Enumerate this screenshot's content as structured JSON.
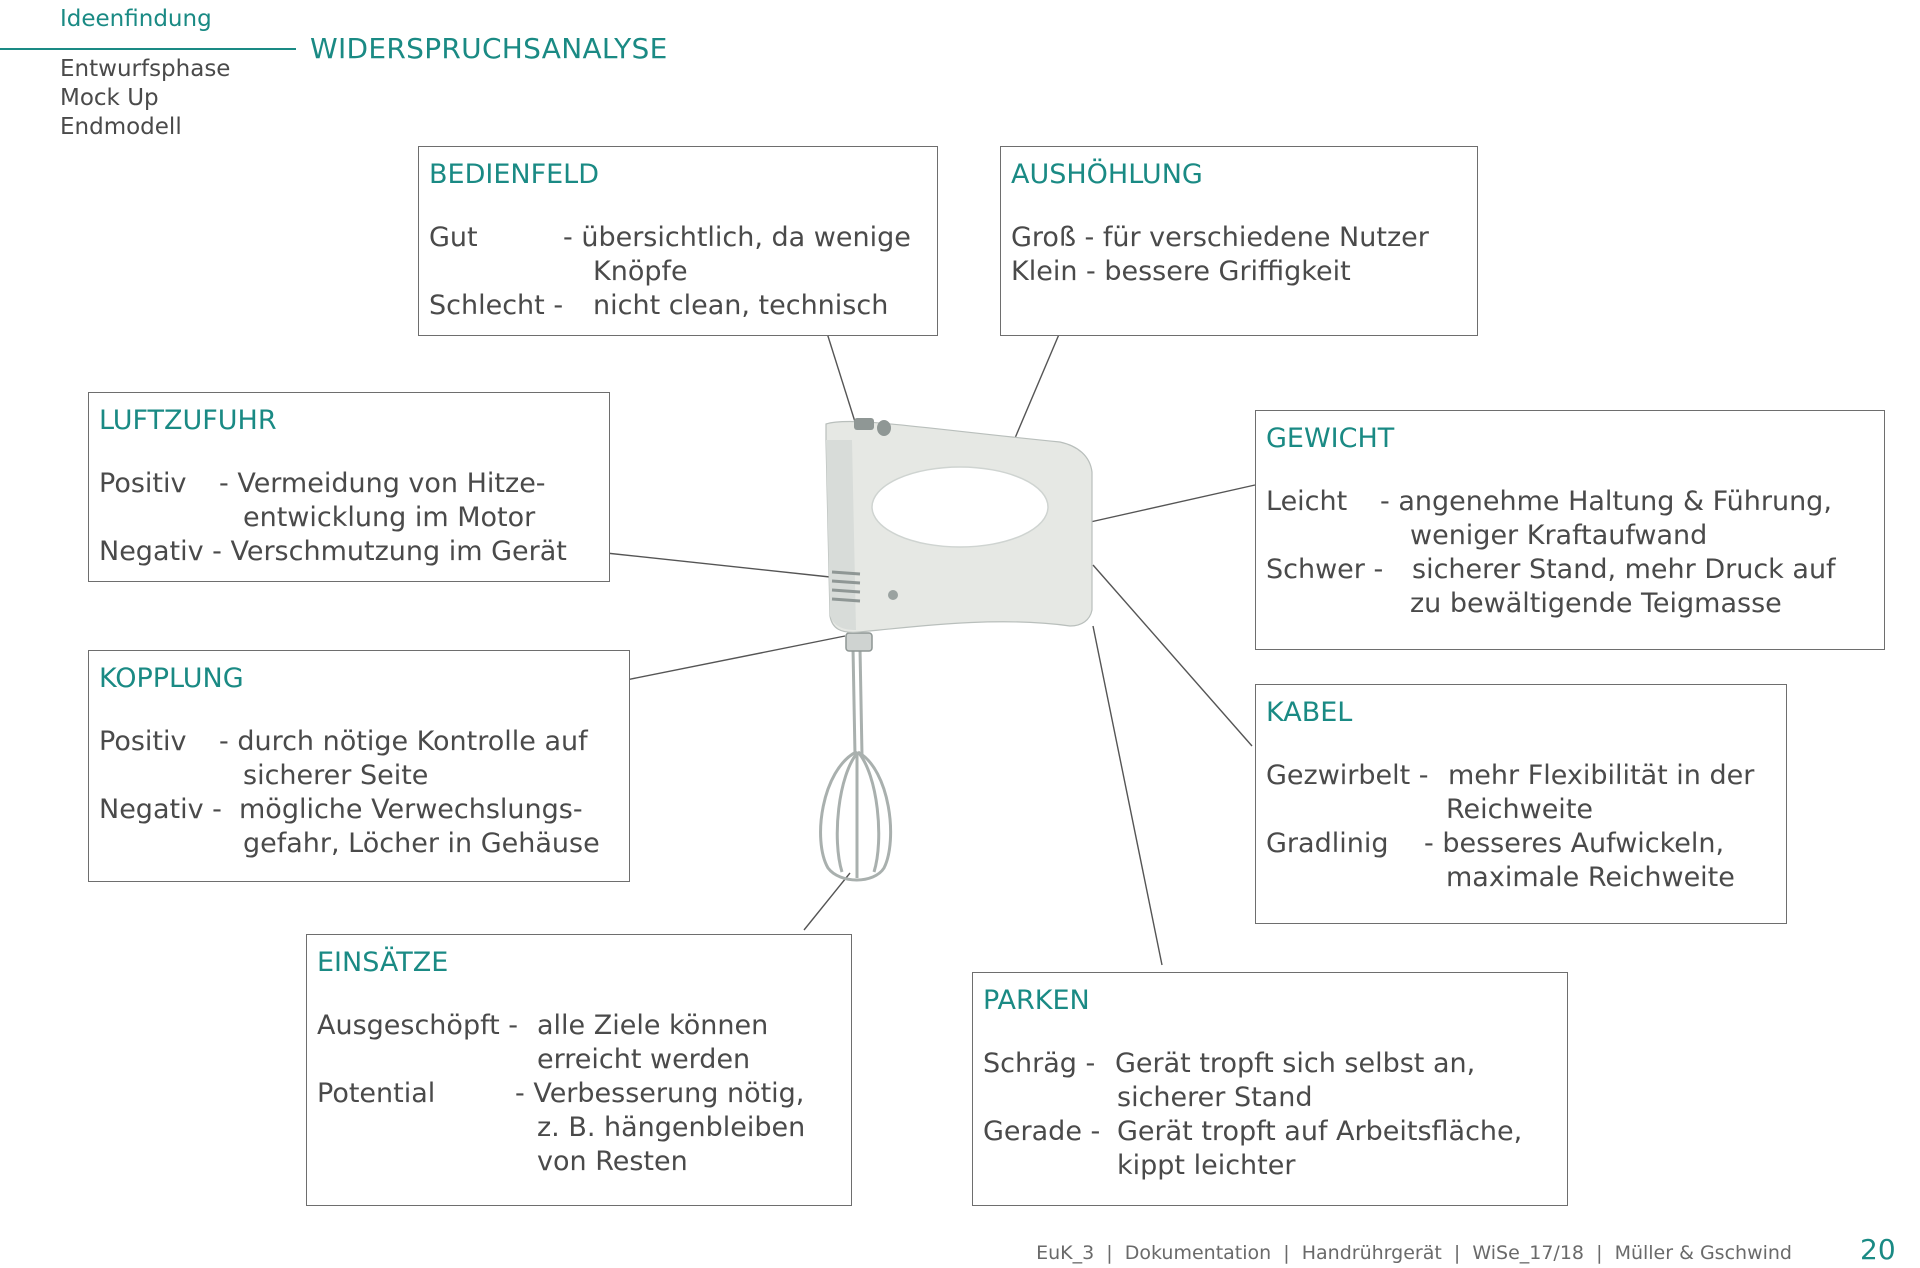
{
  "nav": {
    "active": "Ideenfindung",
    "items": [
      "Entwurfsphase",
      "Mock Up",
      "Endmodell"
    ]
  },
  "title": "WIDERSPRUCHSANALYSE",
  "boxes": {
    "bedienfeld": {
      "title": "BEDIENFELD",
      "r1k": "Gut",
      "r1v": "- übersichtlich, da wenige",
      "r1c": "Knöpfe",
      "r2k": "Schlecht -",
      "r2v": "nicht clean, technisch"
    },
    "aushoehlung": {
      "title": "AUSHÖHLUNG",
      "l1": "Groß - für verschiedene Nutzer",
      "l2": "Klein - bessere Griffigkeit"
    },
    "luftzufuhr": {
      "title": "LUFTZUFUHR",
      "r1k": "Positiv",
      "r1v": "- Vermeidung von Hitze-",
      "r1c": "entwicklung im Motor",
      "r2": "Negativ - Verschmutzung im Gerät"
    },
    "gewicht": {
      "title": "GEWICHT",
      "r1k": "Leicht",
      "r1v": "-  angenehme Haltung & Führung,",
      "r1c": "weniger Kraftaufwand",
      "r2k": "Schwer -",
      "r2v": "sicherer Stand, mehr Druck auf",
      "r2c": "zu bewältigende Teigmasse"
    },
    "kopplung": {
      "title": "KOPPLUNG",
      "r1k": "Positiv",
      "r1v": "- durch nötige Kontrolle auf",
      "r1c": "sicherer Seite",
      "r2k": "Negativ -",
      "r2v": "mögliche Verwechslungs-",
      "r2c": "gefahr, Löcher in Gehäuse"
    },
    "kabel": {
      "title": "KABEL",
      "r1k": "Gezwirbelt -",
      "r1v": "mehr Flexibilität in der",
      "r1c": "Reichweite",
      "r2k": "Gradlinig",
      "r2v": "- besseres Aufwickeln,",
      "r2c": "maximale Reichweite"
    },
    "einsaetze": {
      "title": "EINSÄTZE",
      "r1k": "Ausgeschöpft -",
      "r1v": "alle Ziele können",
      "r1c": "erreicht werden",
      "r2k": "Potential",
      "r2v": "- Verbesserung nötig,",
      "r2c1": "z. B. hängenbleiben",
      "r2c2": "von Resten"
    },
    "parken": {
      "title": "PARKEN",
      "r1k": "Schräg -",
      "r1v": "Gerät tropft sich selbst an,",
      "r1c": "sicherer Stand",
      "r2k": "Gerade -",
      "r2v": "Gerät tropft auf Arbeitsfläche,",
      "r2c": "kippt leichter"
    }
  },
  "footer": "EuK_3  |  Dokumentation  |  Handrührgerät  |  WiSe_17/18  |  Müller & Gschwind",
  "page_number": "20",
  "colors": {
    "accent": "#1a8a84",
    "text": "#4a4a4a",
    "mixer_body": "#e6e8e4"
  }
}
